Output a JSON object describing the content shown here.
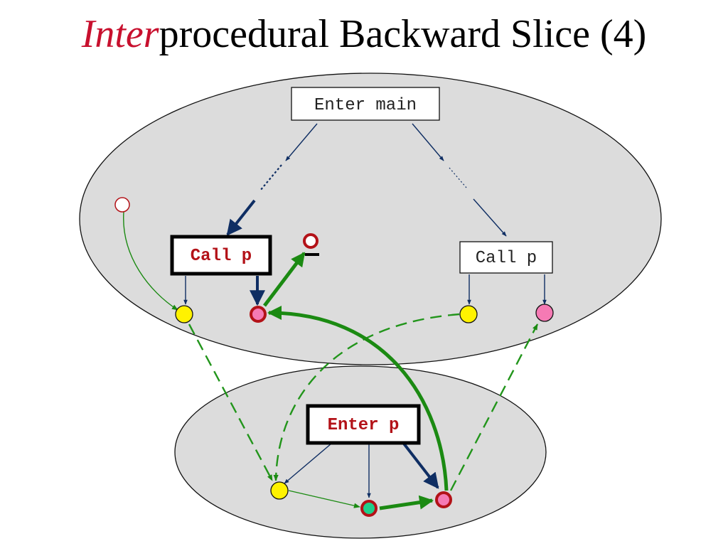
{
  "title": {
    "emphasis": "Inter",
    "rest": "procedural Backward Slice (4)"
  },
  "nodes": {
    "enter_main": "Enter main",
    "call_p_left": "Call p",
    "call_p_right": "Call p",
    "enter_p": "Enter p"
  },
  "colors": {
    "ellipse_fill": "#dcdcdc",
    "control_edge": "#0f2e63",
    "slice_edge": "#1b8a12",
    "dashed_edge": "#22951b",
    "node_red": "#b31218",
    "actual_in": "#fff200",
    "actual_out": "#f57ab4",
    "formal_green": "#1fcf8a"
  }
}
